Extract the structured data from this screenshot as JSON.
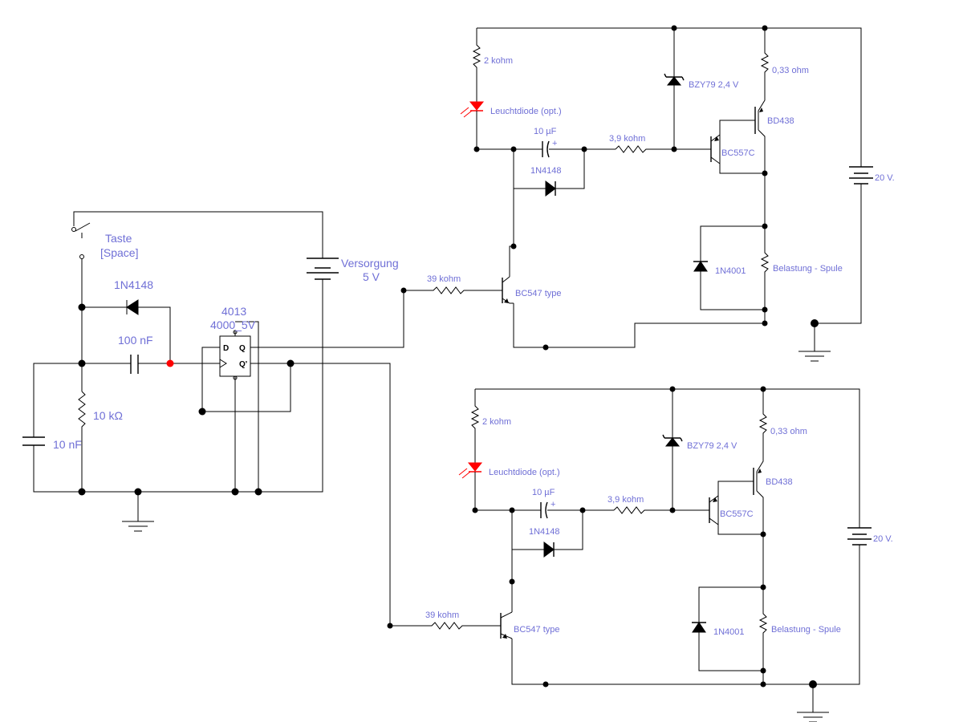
{
  "left": {
    "switch": [
      "Taste",
      "[Space]"
    ],
    "diode": "1N4148",
    "cap_coupling": "100 nF",
    "resistor": "10 kΩ",
    "cap_timing": "10 nF",
    "supply": [
      "Versorgung",
      "5 V"
    ],
    "ic": [
      "4013",
      "4000_5V"
    ],
    "pins": {
      "d": "D",
      "clk": ">",
      "q": "Q",
      "qn": "Q'"
    }
  },
  "stages": [
    {
      "r_led": "2 kohm",
      "led": "Leuchtdiode (opt.)",
      "cap": "10 µF",
      "cap_plus": "+",
      "diode": "1N4148",
      "r_base": "3,9 kohm",
      "zener": "BZY79 2,4 V",
      "r_emitter": "0,33 ohm",
      "t_power": "BD438",
      "t_driver": "BC557C",
      "battery": "20 V.",
      "freewheel": "1N4001",
      "load": "Belastung - Spule",
      "r_input": "39 kohm",
      "t_input": "BC547 type"
    },
    {
      "r_led": "2 kohm",
      "led": "Leuchtdiode (opt.)",
      "cap": "10 µF",
      "cap_plus": "+",
      "diode": "1N4148",
      "r_base": "3,9 kohm",
      "zener": "BZY79 2,4 V",
      "r_emitter": "0,33 ohm",
      "t_power": "BD438",
      "t_driver": "BC557C",
      "battery": "20 V.",
      "freewheel": "1N4001",
      "load": "Belastung - Spule",
      "r_input": "39 kohm",
      "t_input": "BC547 type"
    }
  ],
  "colors": {
    "wire": "#000000",
    "label": "#6f6fd6",
    "led": "#ff0000",
    "node_highlight": "#ff0000"
  }
}
